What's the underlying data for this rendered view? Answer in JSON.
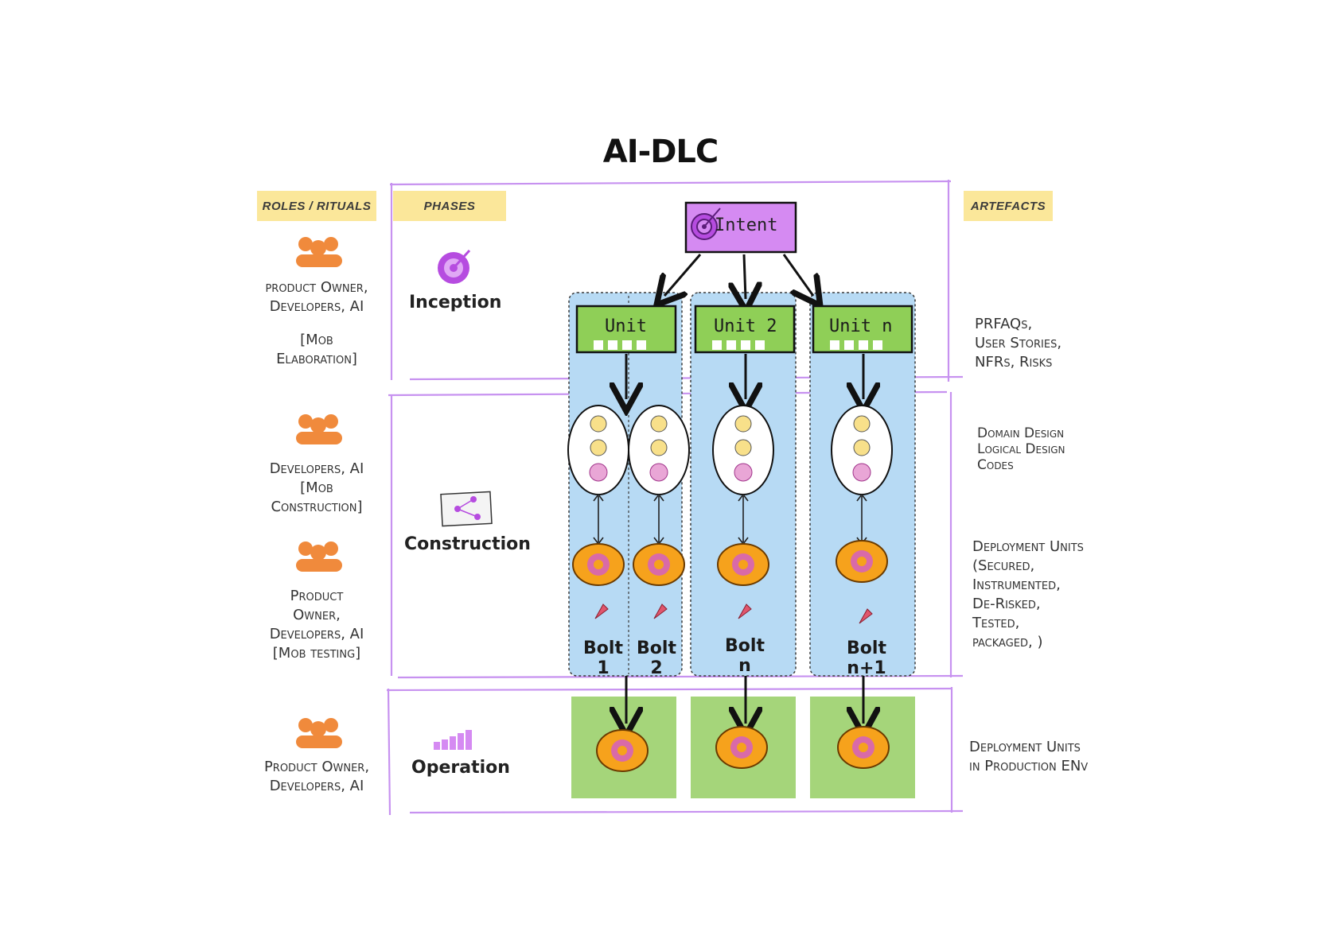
{
  "title": "AI-DLC",
  "headers": {
    "roles": "roles / rituals",
    "phases": "Phases",
    "artefacts": "artefacts"
  },
  "intent": "Intent",
  "units": [
    "Unit",
    "Unit 2",
    "Unit n"
  ],
  "bolts": [
    "Bolt 1",
    "Bolt 2",
    "Bolt n",
    "Bolt n+1"
  ],
  "phases": [
    {
      "name": "Inception",
      "icon": "target-icon"
    },
    {
      "name": "Construction",
      "icon": "domain-diagram-icon"
    },
    {
      "name": "Operation",
      "icon": "bar-chart-icon"
    }
  ],
  "roles": [
    {
      "line1": "product Owner,",
      "line2": "Developers, AI",
      "line3": "",
      "line4": "[Mob",
      "line5": "Elaboration]"
    },
    {
      "line1": "Developers, AI",
      "line2": "[Mob",
      "line3": "Construction]"
    },
    {
      "line1": "Product",
      "line2": "Owner,",
      "line3": "Developers, AI",
      "line4": "[Mob testing]"
    },
    {
      "line1": "Product Owner,",
      "line2": "Developers, AI"
    }
  ],
  "artefacts": [
    {
      "lines": [
        "PRFAQs,",
        "User Stories,",
        "NFRs, Risks"
      ]
    },
    {
      "lines": [
        "Domain Design",
        "Logical Design",
        "Codes"
      ]
    },
    {
      "lines": [
        "Deployment Units",
        "(Secured,",
        "Instrumented,",
        "De-Risked,",
        "Tested,",
        "packaged, )"
      ]
    },
    {
      "lines": [
        "Deployment Units",
        "in Production ENv"
      ]
    }
  ],
  "colors": {
    "frame": "#c792f0",
    "tag": "#fbe79a",
    "intent_fill": "#d58af2",
    "unit_fill": "#8fcf57",
    "lane_fill": "#b7daf4",
    "ops_fill": "#a5d57a",
    "people": "#f08a3c",
    "target_outer": "#f6a21c",
    "target_inner": "#d96aa8",
    "accent_purple": "#b64ce0"
  }
}
